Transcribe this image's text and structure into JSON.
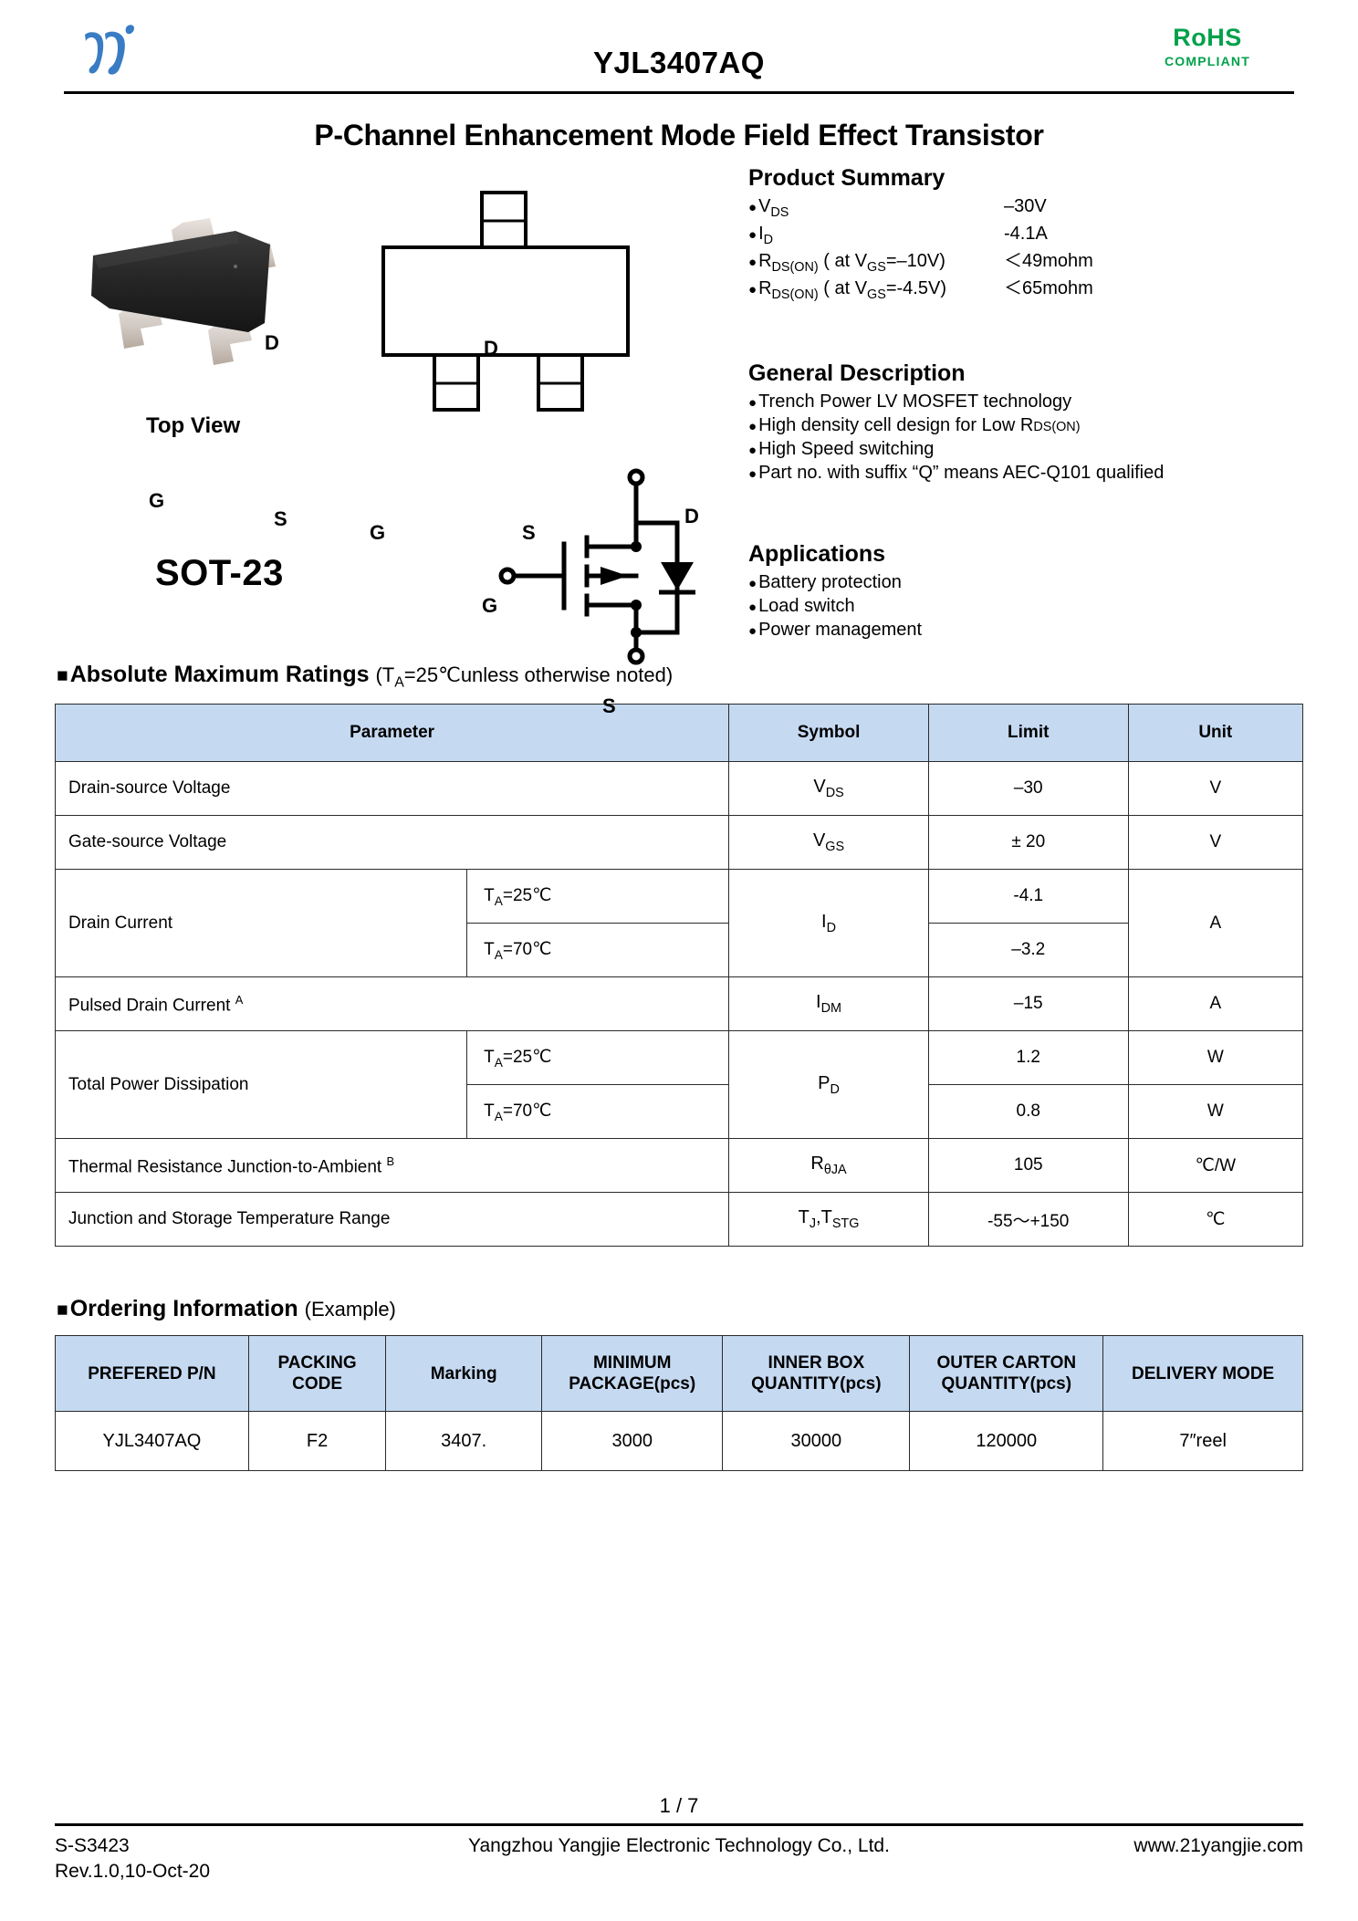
{
  "header": {
    "part_number": "YJL3407AQ",
    "rohs_main": "RoHS",
    "rohs_sub": "COMPLIANT",
    "rohs_color": "#00A14B",
    "logo_color": "#3A7CC4"
  },
  "subtitle": "P-Channel Enhancement Mode Field Effect Transistor",
  "package": {
    "top_view_label": "Top View",
    "package_name": "SOT-23",
    "photo_pins": {
      "d": "D",
      "g": "G",
      "s": "S"
    },
    "outline_pins": {
      "d": "D",
      "g": "G",
      "s": "S"
    },
    "schematic_pins": {
      "d": "D",
      "g": "G",
      "s": "S"
    }
  },
  "product_summary": {
    "heading": "Product Summary",
    "rows": [
      {
        "label": "V",
        "sub": "DS",
        "suffix": "",
        "value": "–30V"
      },
      {
        "label": "I",
        "sub": "D",
        "suffix": "",
        "value": "-4.1A"
      },
      {
        "label": "R",
        "sub": "DS(ON)",
        "suffix": " ( at V",
        "sub2": "GS",
        "suffix2": "=–10V)",
        "value": "＜49mohm"
      },
      {
        "label": "R",
        "sub": "DS(ON)",
        "suffix": " ( at V",
        "sub2": "GS",
        "suffix2": "=-4.5V)",
        "value": "＜65mohm"
      }
    ]
  },
  "general_description": {
    "heading": "General Description",
    "items": [
      "Trench Power LV MOSFET technology",
      "High density cell design for Low R",
      "High Speed switching",
      "Part no. with suffix “Q” means AEC-Q101 qualified"
    ],
    "item2_sub": "DS(ON)"
  },
  "applications": {
    "heading": "Applications",
    "items": [
      "Battery protection",
      "Load switch",
      "Power management"
    ]
  },
  "absolute_maximum_ratings": {
    "square": "■",
    "heading": "Absolute Maximum Ratings",
    "note": "(T",
    "note_sub": "A",
    "note_rest": "=25℃unless otherwise noted)",
    "columns": [
      "Parameter",
      "Symbol",
      "Limit",
      "Unit"
    ],
    "rows": [
      {
        "parameter": "Drain-source Voltage",
        "condition": "",
        "symbol": "V",
        "symbol_sub": "DS",
        "limit": "–30",
        "unit": "V"
      },
      {
        "parameter": "Gate-source Voltage",
        "condition": "",
        "symbol": "V",
        "symbol_sub": "GS",
        "limit": "± 20",
        "unit": "V"
      },
      {
        "parameter": "Drain Current",
        "condition": "T_A=25℃",
        "condition_prefix": "T",
        "condition_sub": "A",
        "condition_rest": "=25℃",
        "symbol": "I",
        "symbol_sub": "D",
        "limit": "-4.1",
        "unit": "A"
      },
      {
        "parameter": "",
        "condition_prefix": "T",
        "condition_sub": "A",
        "condition_rest": "=70℃",
        "symbol": "",
        "limit": "–3.2",
        "unit": ""
      },
      {
        "parameter": "Pulsed Drain Current",
        "parameter_sup": "A",
        "condition": "",
        "symbol": "I",
        "symbol_sub": "DM",
        "limit": "–15",
        "unit": "A"
      },
      {
        "parameter": "Total Power Dissipation",
        "condition_prefix": "T",
        "condition_sub": "A",
        "condition_rest": "=25℃",
        "symbol": "P",
        "symbol_sub": "D",
        "limit": "1.2",
        "unit": "W"
      },
      {
        "parameter": "",
        "condition_prefix": "T",
        "condition_sub": "A",
        "condition_rest": "=70℃",
        "symbol": "",
        "limit": "0.8",
        "unit": "W"
      },
      {
        "parameter": "Thermal Resistance Junction-to-Ambient",
        "parameter_sup": "B",
        "condition": "",
        "symbol": "R",
        "symbol_sub": "θJA",
        "limit": "105",
        "unit": "℃/W"
      },
      {
        "parameter": "Junction and Storage Temperature Range",
        "condition": "",
        "symbol": "T",
        "symbol_sub": "J",
        "symbol_rest": ",T",
        "symbol_sub2": "STG",
        "limit": "-55～+150",
        "unit": "℃"
      }
    ]
  },
  "ordering_information": {
    "square": "■",
    "heading": "Ordering Information",
    "note": "(Example)",
    "columns": [
      "PREFERED P/N",
      "PACKING\nCODE",
      "Marking",
      "MINIMUM\nPACKAGE(pcs)",
      "INNER BOX\nQUANTITY(pcs)",
      "OUTER CARTON\nQUANTITY(pcs)",
      "DELIVERY MODE"
    ],
    "row": {
      "prefered_pn": "YJL3407AQ",
      "packing_code": "F2",
      "marking": "3407.",
      "minimum_package": "3000",
      "inner_box_quantity": "30000",
      "outer_carton_quantity": "120000",
      "delivery_mode": "7″reel"
    }
  },
  "footer": {
    "page_number": "1 / 7",
    "doc_code": "S-S3423",
    "revision": "Rev.1.0,10-Oct-20",
    "company": "Yangzhou Yangjie Electronic Technology Co., Ltd.",
    "website": "www.21yangjie.com"
  },
  "colors": {
    "table_header_bg": "#c5d9f1",
    "border": "#2b2b2b"
  }
}
